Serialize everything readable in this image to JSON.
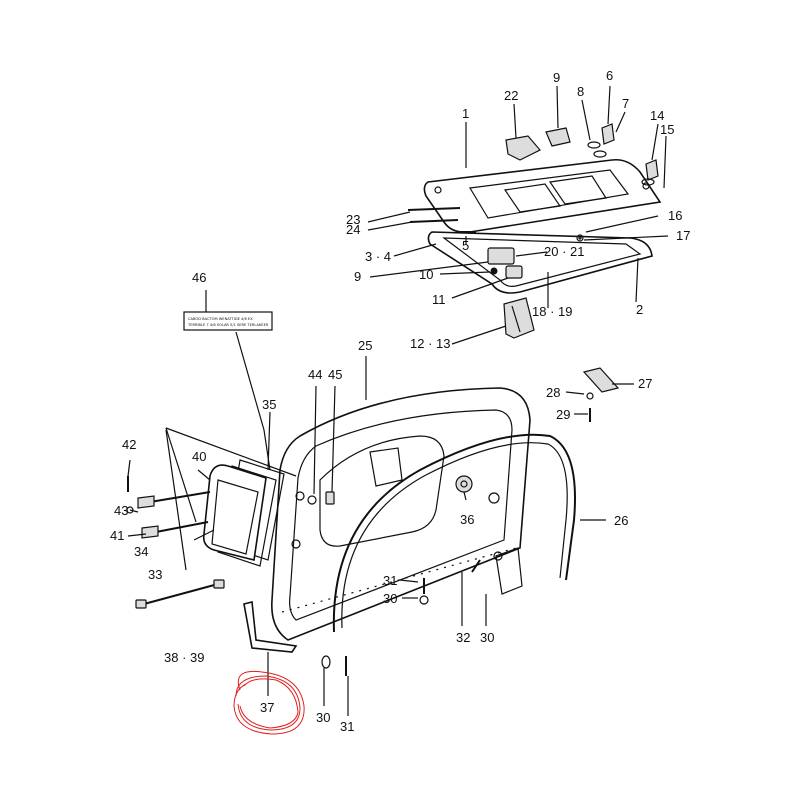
{
  "colors": {
    "line": "#111111",
    "annotation": "#e02020",
    "background": "#ffffff"
  },
  "label_46_text": [
    "CABOD BACTOM WENATTIDE 4/6 EX",
    "TERRIBLE 7 4/6 SOLAR 5/1 SERE TERLAKEER"
  ],
  "callouts": {
    "c1": "1",
    "c2": "2",
    "c3_4": "3 · 4",
    "c5": "5",
    "c6": "6",
    "c7": "7",
    "c8": "8",
    "c9a": "9",
    "c9b": "9",
    "c10": "10",
    "c11": "11",
    "c12_13": "12 · 13",
    "c14": "14",
    "c15": "15",
    "c16": "16",
    "c17": "17",
    "c18_19": "18 · 19",
    "c20_21": "20 · 21",
    "c22": "22",
    "c23": "23",
    "c24": "24",
    "c25": "25",
    "c26": "26",
    "c27": "27",
    "c28": "28",
    "c29": "29",
    "c30a": "30",
    "c30b": "30",
    "c30c": "30",
    "c31a": "31",
    "c31b": "31",
    "c32": "32",
    "c33": "33",
    "c34": "34",
    "c35": "35",
    "c36": "36",
    "c37": "37",
    "c38_39": "38 · 39",
    "c40": "40",
    "c41": "41",
    "c42": "42",
    "c43": "43",
    "c44": "44",
    "c45": "45",
    "c46": "46"
  }
}
